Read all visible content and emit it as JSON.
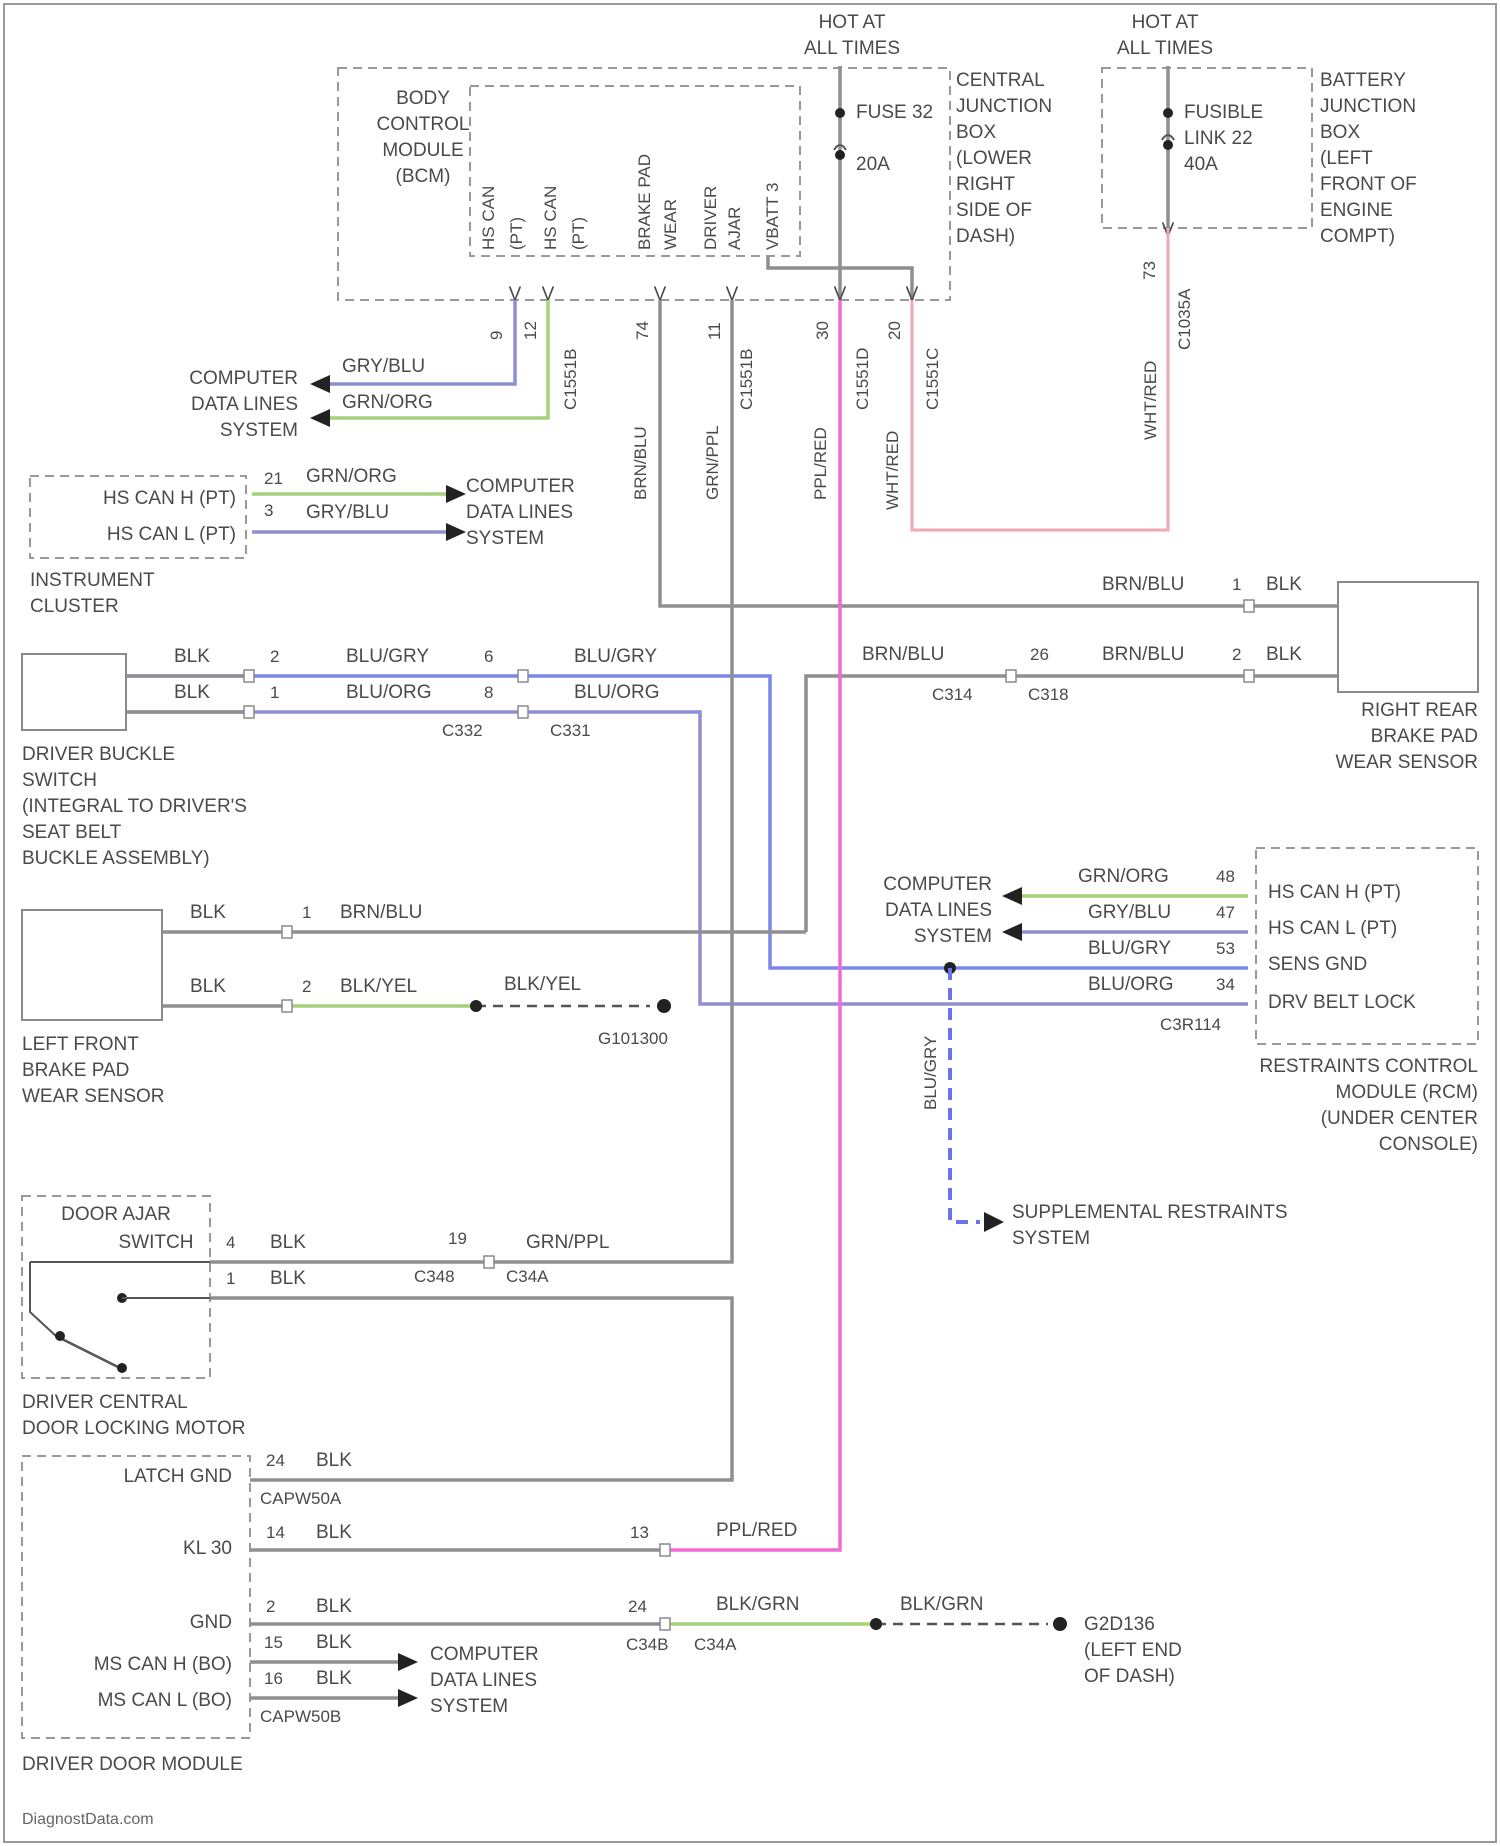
{
  "power": {
    "hot_left": [
      "HOT AT",
      "ALL TIMES"
    ],
    "hot_right": [
      "HOT AT",
      "ALL TIMES"
    ],
    "fuse_name": "FUSE 32",
    "fuse_amp": "20A",
    "fusible_name": "FUSIBLE",
    "fusible_link": "LINK 22",
    "fusible_amp": "40A"
  },
  "bcm": {
    "label": [
      "BODY",
      "CONTROL",
      "MODULE",
      "(BCM)"
    ],
    "pins": [
      "HS CAN",
      "(PT)",
      "HS CAN",
      "(PT)",
      "BRAKE PAD",
      "WEAR",
      "DRIVER",
      "AJAR",
      "VBATT 3"
    ],
    "pin_nums": [
      "9",
      "12",
      "74",
      "11",
      "30",
      "20"
    ],
    "connector_c": [
      "C1551B",
      "C1551B",
      "C1551D",
      "C1551C"
    ]
  },
  "cjb": {
    "label": [
      "CENTRAL",
      "JUNCTION",
      "BOX",
      "(LOWER",
      "RIGHT",
      "SIDE OF",
      "DASH)"
    ]
  },
  "bjb": {
    "label": [
      "BATTERY",
      "JUNCTION",
      "BOX",
      "(LEFT",
      "FRONT OF",
      "ENGINE",
      "COMPT)"
    ],
    "pin": "73",
    "connector": "C1035A"
  },
  "wires": {
    "gry_blu": "GRY/BLU",
    "grn_org": "GRN/ORG",
    "brn_blu": "BRN/BLU",
    "grn_ppl": "GRN/PPL",
    "ppl_red": "PPL/RED",
    "wht_red": "WHT/RED",
    "blk": "BLK",
    "blu_gry": "BLU/GRY",
    "blu_org": "BLU/ORG",
    "blk_yel": "BLK/YEL",
    "blk_grn": "BLK/GRN"
  },
  "cdl": {
    "title": [
      "COMPUTER",
      "DATA LINES",
      "SYSTEM"
    ]
  },
  "ic": {
    "pins": [
      "HS CAN H (PT)",
      "HS CAN L (PT)"
    ],
    "pin_nums": [
      "21",
      "3"
    ],
    "label": [
      "INSTRUMENT",
      "CLUSTER"
    ]
  },
  "dbs": {
    "label": [
      "DRIVER BUCKLE",
      "SWITCH",
      "(INTEGRAL TO DRIVER'S",
      "SEAT BELT",
      "BUCKLE ASSEMBLY)"
    ],
    "pins": [
      "2",
      "1",
      "6",
      "8"
    ],
    "conns": [
      "C332",
      "C331"
    ]
  },
  "rr": {
    "label": [
      "RIGHT REAR",
      "BRAKE PAD",
      "WEAR SENSOR"
    ],
    "pins": [
      "1",
      "2",
      "26"
    ],
    "conns": [
      "C314",
      "C318"
    ]
  },
  "lf": {
    "label": [
      "LEFT FRONT",
      "BRAKE PAD",
      "WEAR SENSOR"
    ],
    "pins": [
      "1",
      "2"
    ],
    "ground": "G101300"
  },
  "rcm": {
    "pins": [
      "HS CAN H (PT)",
      "HS CAN L (PT)",
      "SENS GND",
      "DRV BELT LOCK"
    ],
    "pin_nums": [
      "48",
      "47",
      "53",
      "34"
    ],
    "conn": "C3R114",
    "label": [
      "RESTRAINTS CONTROL",
      "MODULE (RCM)",
      "(UNDER CENTER",
      "CONSOLE)"
    ]
  },
  "srs": [
    "SUPPLEMENTAL RESTRAINTS",
    "SYSTEM"
  ],
  "daj": {
    "label": [
      "DOOR AJAR",
      "SWITCH"
    ],
    "pins": [
      "4",
      "1",
      "19"
    ],
    "conns": [
      "C348",
      "C34A"
    ],
    "motor": [
      "DRIVER CENTRAL",
      "DOOR LOCKING MOTOR"
    ]
  },
  "ddm": {
    "pins": [
      "LATCH GND",
      "KL 30",
      "GND",
      "MS CAN H (BO)",
      "MS CAN L (BO)"
    ],
    "pin_nums": [
      "24",
      "14",
      "13",
      "2",
      "24",
      "15",
      "16"
    ],
    "conns": [
      "CAPW50A",
      "C34B",
      "C34A",
      "CAPW50B"
    ],
    "label": "DRIVER DOOR MODULE",
    "ground": [
      "G2D136",
      "(LEFT END",
      "OF DASH)"
    ]
  },
  "watermark": "DiagnostData.com"
}
